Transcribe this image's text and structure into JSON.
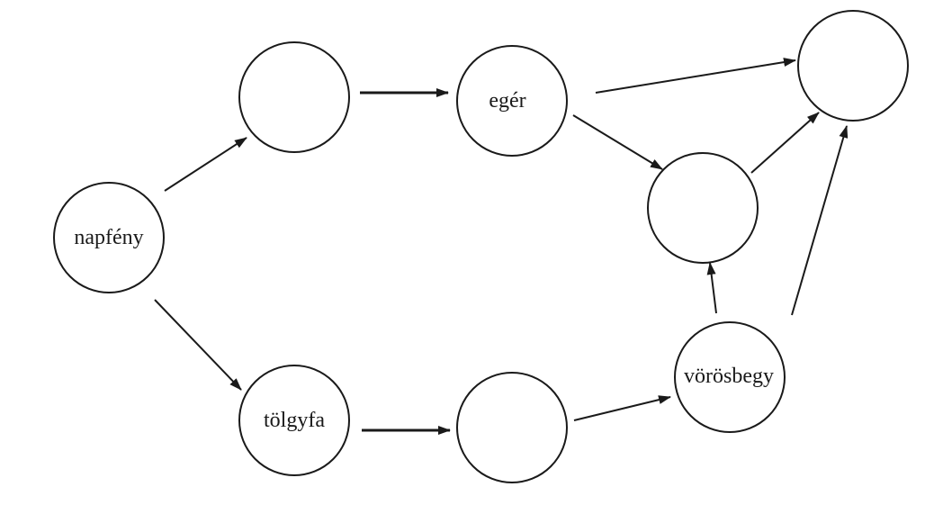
{
  "diagram": {
    "type": "food-web",
    "colors": {
      "stroke": "#1a1a1a",
      "fill": "#ffffff",
      "background": "#ffffff"
    },
    "nodes": [
      {
        "id": "napfeny",
        "label": "napfény"
      },
      {
        "id": "producer-top",
        "label": ""
      },
      {
        "id": "eger",
        "label": "egér"
      },
      {
        "id": "top-predator",
        "label": ""
      },
      {
        "id": "mid-predator",
        "label": ""
      },
      {
        "id": "tolgyfa",
        "label": "tölgyfa"
      },
      {
        "id": "consumer-bottom",
        "label": ""
      },
      {
        "id": "vorosbegy",
        "label": "vörösbegy"
      }
    ],
    "edges": [
      {
        "from": "napfeny",
        "to": "producer-top"
      },
      {
        "from": "producer-top",
        "to": "eger"
      },
      {
        "from": "eger",
        "to": "top-predator"
      },
      {
        "from": "eger",
        "to": "mid-predator"
      },
      {
        "from": "mid-predator",
        "to": "top-predator"
      },
      {
        "from": "napfeny",
        "to": "tolgyfa"
      },
      {
        "from": "tolgyfa",
        "to": "consumer-bottom"
      },
      {
        "from": "consumer-bottom",
        "to": "vorosbegy"
      },
      {
        "from": "vorosbegy",
        "to": "mid-predator"
      },
      {
        "from": "vorosbegy",
        "to": "top-predator"
      }
    ]
  }
}
